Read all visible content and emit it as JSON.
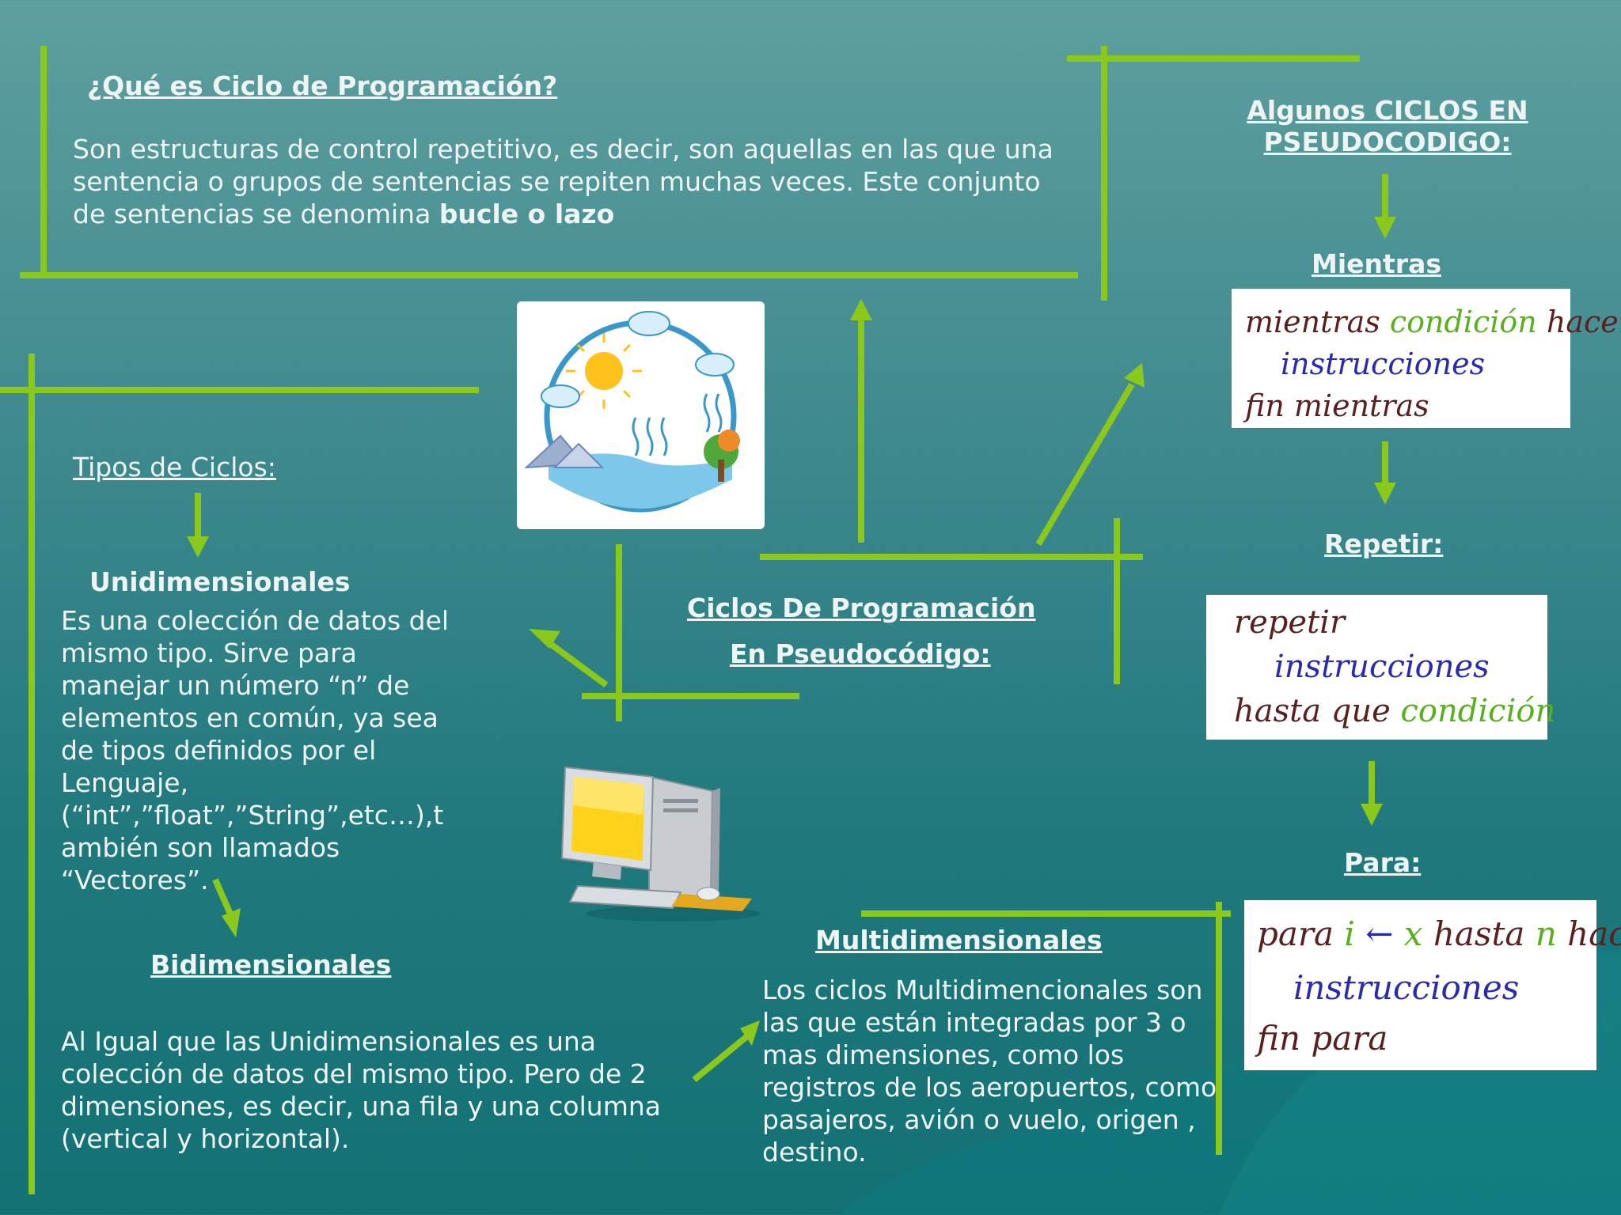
{
  "colors": {
    "lime": "#8bc81c",
    "bg_top": "#5f9f9f",
    "bg_bottom": "#137174",
    "code_keyword": "#5a1f1f",
    "code_instr": "#2a2ab0",
    "code_cond": "#57b01c"
  },
  "intro": {
    "title": "¿Qué es Ciclo de Programación?",
    "body": "Son estructuras de control repetitivo, es decir, son aquellas  en las que una sentencia o grupos de sentencias se repiten muchas veces. Este conjunto de sentencias se denomina ",
    "body_bold": "bucle o lazo"
  },
  "center": {
    "line1": "Ciclos De Programación ",
    "line2": "En Pseudocódigo: "
  },
  "tipos": {
    "label": "Tipos de Ciclos:",
    "uni_title": "Unidimensionales",
    "uni_body": "Es una colección de datos del mismo tipo. Sirve para manejar un número “n” de elementos en común, ya sea de tipos definidos por el Lenguaje, (“int”,”float”,”String”,etc…),también son llamados “Vectores”.",
    "bi_title": "Bidimensionales",
    "bi_body": "Al Igual que las Unidimensionales es una colección de datos del mismo tipo. Pero de 2 dimensiones, es decir, una fila y una columna (vertical y horizontal).",
    "multi_title": "Multidimensionales",
    "multi_body": "Los ciclos Multidimencionales son las que están integradas por 3 o mas dimensiones, como los registros de los aeropuertos, como pasajeros, avión o vuelo, origen , destino."
  },
  "pseudo": {
    "header_line1": "Algunos CICLOS EN",
    "header_line2": "PSEUDOCODIGO:",
    "mientras": {
      "title": "Mientras",
      "l1_kw": "mientras",
      "l1_cond": "condición",
      "l1_kw2": "hacer",
      "l2": "instrucciones",
      "l3": "fin mientras"
    },
    "repetir": {
      "title": "Repetir:",
      "l1": "repetir",
      "l2": "instrucciones",
      "l3_kw": "hasta que",
      "l3_cond": "condición"
    },
    "para": {
      "title": "Para:",
      "l1_kw": "para",
      "l1_i": "i",
      "l1_arrow": "←",
      "l1_x": "x",
      "l1_kw2": "hasta",
      "l1_n": "n",
      "l1_kw3": "hacer",
      "l2": "instrucciones",
      "l3": "fin para"
    }
  },
  "images": {
    "cycle_icon": "water-cycle-illustration",
    "computer_icon": "desktop-computer-icon"
  }
}
